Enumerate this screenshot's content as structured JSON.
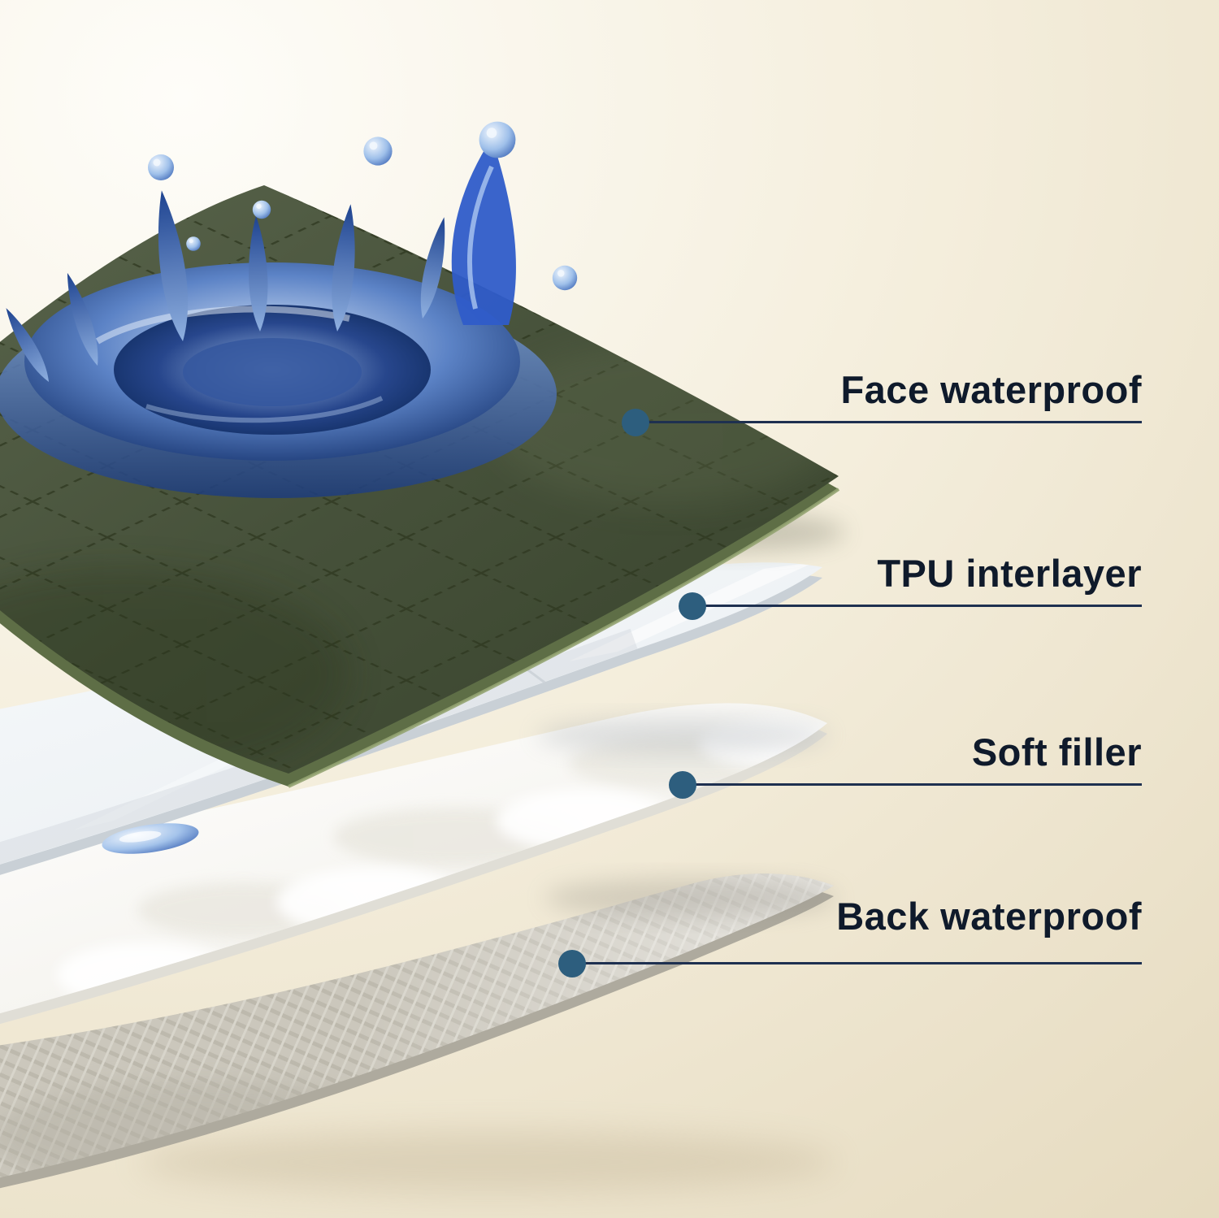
{
  "diagram": {
    "type": "layered-material-cutaway",
    "annotations": [
      {
        "label": "Face waterproof"
      },
      {
        "label": "TPU interlayer"
      },
      {
        "label": "Soft filler"
      },
      {
        "label": "Back waterproof"
      }
    ],
    "icons": {
      "connector_dot": "filled-circle",
      "water_splash": "crown-splash",
      "water_droplet": "droplet"
    },
    "colors": {
      "background_light": "#fefdf9",
      "background_dark": "#e6dbc0",
      "text": "#0f1a2b",
      "annotation_line": "#1e3050",
      "connector_dot": "#2d5e7e",
      "face_fabric": "#46513a",
      "face_fabric_edge": "#5e6e46",
      "tpu_layer": "#eef2f5",
      "soft_filler": "#fbfbf8",
      "back_fabric": "#cbc7bc",
      "water_dark": "#16336e",
      "water_mid": "#3a62b0",
      "water_light": "#9fc0ea"
    }
  }
}
